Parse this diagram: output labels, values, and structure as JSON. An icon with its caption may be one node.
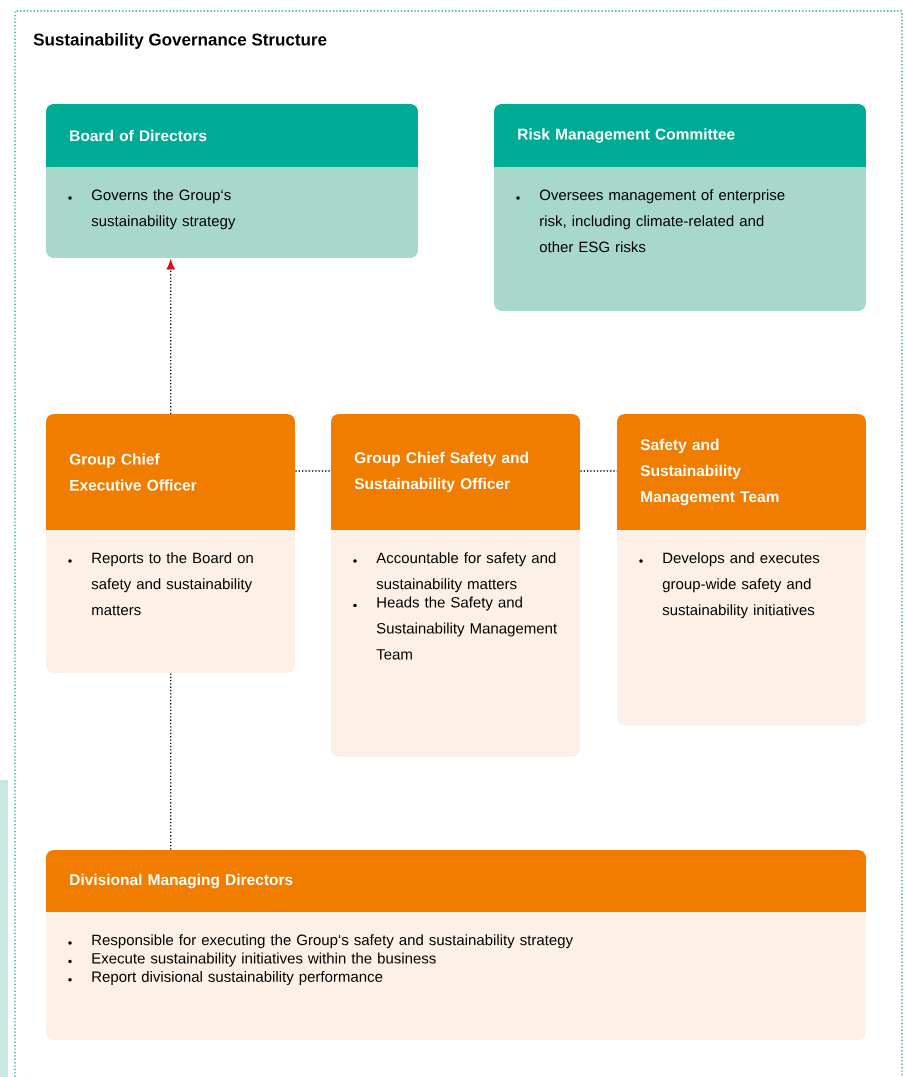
{
  "diagram": {
    "title": "Sustainability Governance Structure",
    "nodes": [
      {
        "text": [
          "Board of Directors",
          "Governs the Group‘s sustainability strategy"
        ]
      },
      {
        "text": [
          "Risk Management Committee",
          "Oversees management of enterprise risk, including climate-related and other ESG risks"
        ]
      },
      {
        "text": [
          "Group Chief Executive Officer",
          "Reports to the Board on safety and sustainability matters"
        ]
      },
      {
        "text": [
          "Group Chief Safety and Sustainability Officer",
          "Accountable for safety and sustainability matters",
          "Heads the Safety and Sustainability Management Team"
        ]
      },
      {
        "text": [
          "Safety and Sustainability Management Team",
          "Develops and executes group-wide safety and sustainability initiatives"
        ]
      },
      {
        "text": [
          "Divisional Managing Directors",
          "Responsible for executing the Group‘s safety and sustainability strategy",
          "Execute sustainability initiatives within the business",
          "Report divisional sustainability performance"
        ]
      }
    ],
    "edges": [
      {
        "from": 2,
        "to": 0,
        "arrow": "to"
      },
      {
        "from": 2,
        "to": 3,
        "arrow": "none"
      },
      {
        "from": 3,
        "to": 4,
        "arrow": "none"
      },
      {
        "from": 2,
        "to": 5,
        "arrow": "none"
      }
    ]
  }
}
